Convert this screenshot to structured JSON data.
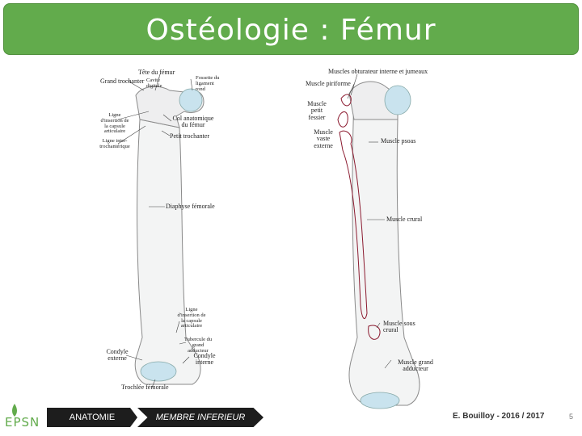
{
  "title": "Ostéologie : Fémur",
  "left_figure": {
    "labels": {
      "tete": "Tête du fémur",
      "grand_trochanter": "Grand trochanter",
      "cavite": "Cavité digitale",
      "fossette": "Fossette du ligament rond",
      "ligne_insertion": "Ligne d'insertion de la capsule articulaire",
      "col": "Col anatomique du fémur",
      "ligne_inter": "Ligne inter- trochantérique",
      "petit_trochanter": "Petit trochanter",
      "diaphyse": "Diaphyse fémorale",
      "ligne_insertion_bas": "Ligne d'insertion de la capsule articulaire",
      "tubercule": "Tubercule du grand adducteur",
      "condyle_externe": "Condyle externe",
      "condyle_interne": "Condyle interne",
      "trochlee": "Trochlée fémorale"
    }
  },
  "right_figure": {
    "labels": {
      "obturateur": "Muscles obturateur interne et jumeaux",
      "piriforme": "Muscle piriforme",
      "petit_fessier": "Muscle petit fessier",
      "vaste": "Muscle vaste externe",
      "psoas": "Muscle psoas",
      "crural": "Muscle crural",
      "sous_crural": "Muscle sous crural",
      "grand_adducteur": "Muscle grand adducteur"
    }
  },
  "footer": {
    "tag1": "ANATOMIE",
    "tag2": "MEMBRE INFERIEUR",
    "author": "E. Bouilloy - 2016 / 2017",
    "page": "5",
    "logo": "EPSN"
  },
  "colors": {
    "accent": "#62ab4c",
    "bone": "#f3f4f4",
    "cartilage": "#c9e3ee",
    "muscle": "#8b1a2f"
  }
}
